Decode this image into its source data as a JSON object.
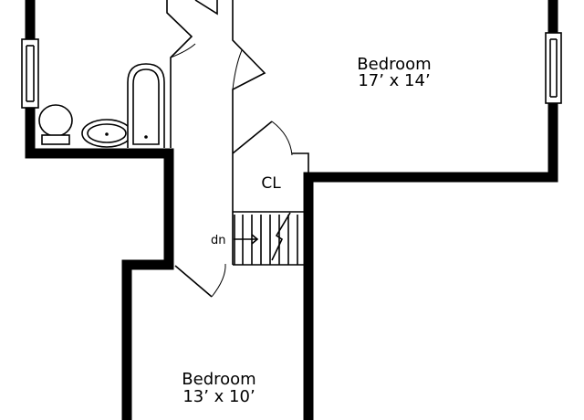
{
  "rooms": {
    "bedroom_1": {
      "name": "Bedroom",
      "dims": "17’ x 14’"
    },
    "closet": {
      "name": "CL"
    },
    "stairs": {
      "direction": "dn"
    },
    "bedroom_2": {
      "name": "Bedroom",
      "dims": "13’ x 10’"
    }
  }
}
